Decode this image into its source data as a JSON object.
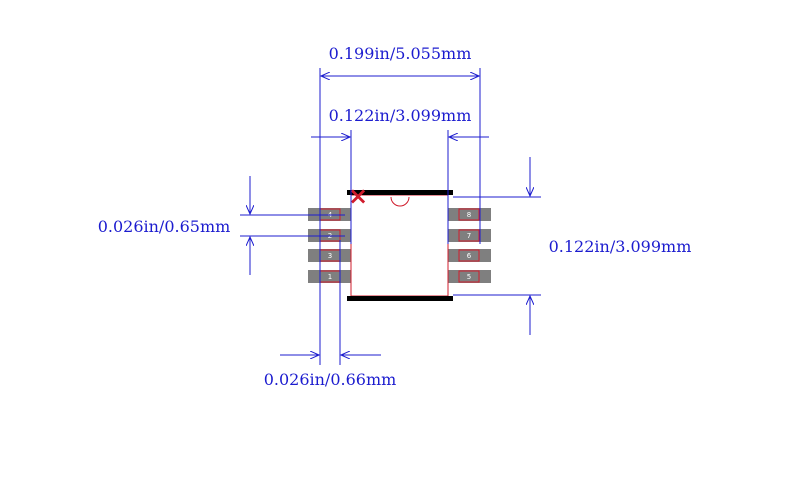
{
  "dimensions": {
    "overall_width": "0.199in/5.055mm",
    "body_width": "0.122in/3.099mm",
    "body_length": "0.122in/3.099mm",
    "pin_pitch": "0.026in/0.65mm",
    "pad_length": "0.026in/0.66mm"
  },
  "pins": {
    "left": [
      "1",
      "2",
      "3",
      "4"
    ],
    "right": [
      "8",
      "7",
      "6",
      "5"
    ]
  },
  "colors": {
    "dimension": "#1c1ccf",
    "outline": "#d01c2c",
    "pad": "#7f7f7f",
    "body_edge": "#000000"
  },
  "pin1_marker": "×"
}
